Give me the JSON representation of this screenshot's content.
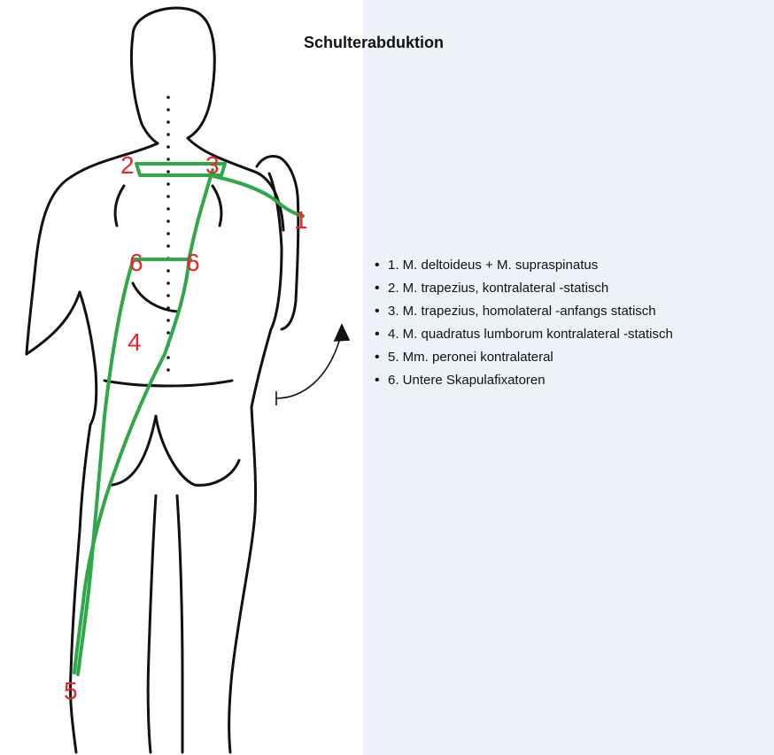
{
  "title": "Schulterabduktion",
  "markers": {
    "m1": "1",
    "m2": "2",
    "m3": "3",
    "m4": "4",
    "m5": "5",
    "m6a": "6",
    "m6b": "6"
  },
  "legend": [
    "1. M. deltoideus + M. supraspinatus",
    "2. M. trapezius, kontralateral -statisch",
    "3. M. trapezius, homolateral -anfangs statisch",
    "4. M. quadratus lumborum kontralateral -statisch",
    "5. Mm. peronei kontralateral",
    "6. Untere Skapulafixatoren"
  ],
  "colors": {
    "chain_line": "#2fa84a",
    "marker_text": "#e8262b",
    "panel_bg": "#eef1f8"
  }
}
